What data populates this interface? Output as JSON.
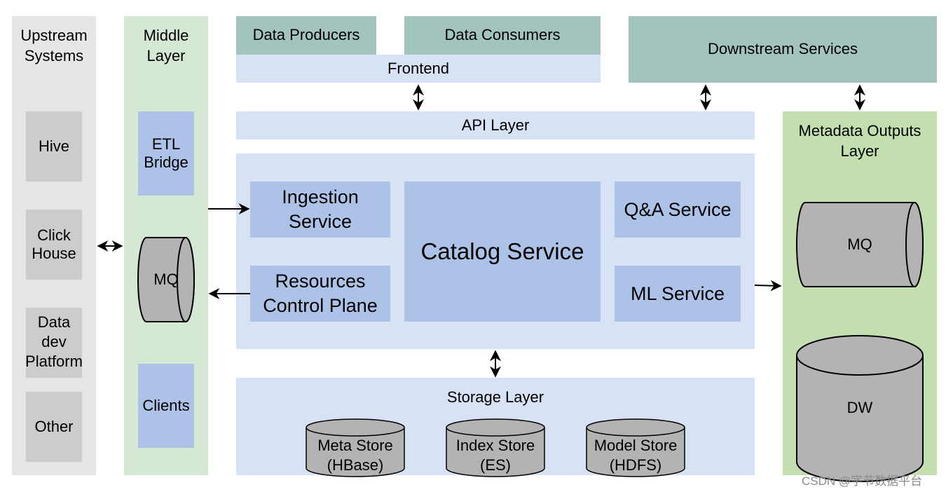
{
  "upstream": {
    "title": "Upstream\nSystems",
    "items": [
      "Hive",
      "Click\nHouse",
      "Data\ndev\nPlatform",
      "Other"
    ]
  },
  "middle": {
    "title": "Middle\nLayer",
    "etl": "ETL\nBridge",
    "mq": "MQ",
    "clients": "Clients"
  },
  "producers": "Data Producers",
  "consumers": "Data Consumers",
  "frontend": "Frontend",
  "downstream": "Downstream Services",
  "api": "API Layer",
  "services": {
    "ingestion": "Ingestion\nService",
    "resources": "Resources\nControl Plane",
    "catalog": "Catalog Service",
    "qa": "Q&A Service",
    "ml": "ML Service"
  },
  "storage": {
    "title": "Storage Layer",
    "meta": "Meta Store\n(HBase)",
    "index": "Index Store\n(ES)",
    "model": "Model Store\n(HDFS)"
  },
  "outputs": {
    "title": "Metadata Outputs\nLayer",
    "mq": "MQ",
    "dw": "DW"
  },
  "watermark": "CSDN @字节数据平台",
  "colors": {
    "gray_column": "#e6e6e6",
    "green_column": "#d5e8d4",
    "outputs_green": "#c3dfb0",
    "teal": "#a2c4bc",
    "light_blue": "#d7e2f4",
    "mid_blue": "#adc2e7",
    "cylinder_gray": "#b3b3b3"
  }
}
